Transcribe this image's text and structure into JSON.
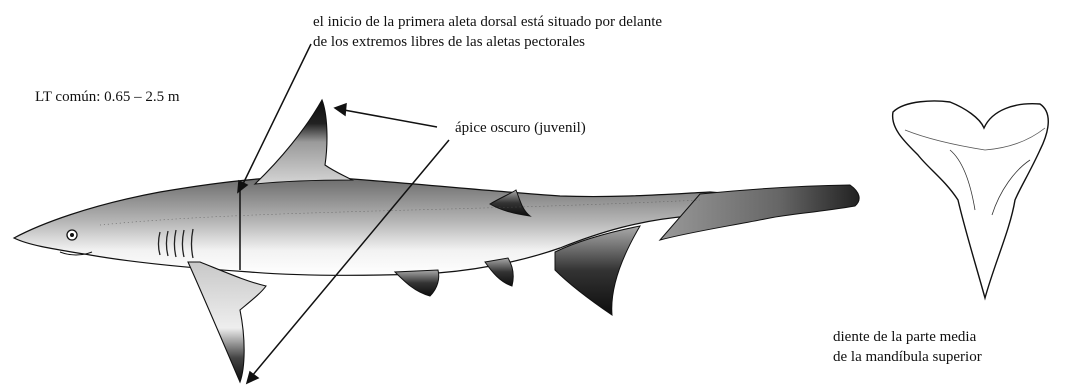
{
  "labels": {
    "size": "LT común: 0.65 – 2.5 m",
    "dorsal_line1": "el inicio de la primera aleta dorsal está situado por delante",
    "dorsal_line2": "de los extremos libres de las aletas pectorales",
    "apex": "ápice oscuro (juvenil)",
    "tooth_line1": "diente de la parte media",
    "tooth_line2": "de la mandíbula superior"
  },
  "colors": {
    "ink": "#111111",
    "shading": "#8a8a8a",
    "dark_tip": "#0d0d0d"
  }
}
